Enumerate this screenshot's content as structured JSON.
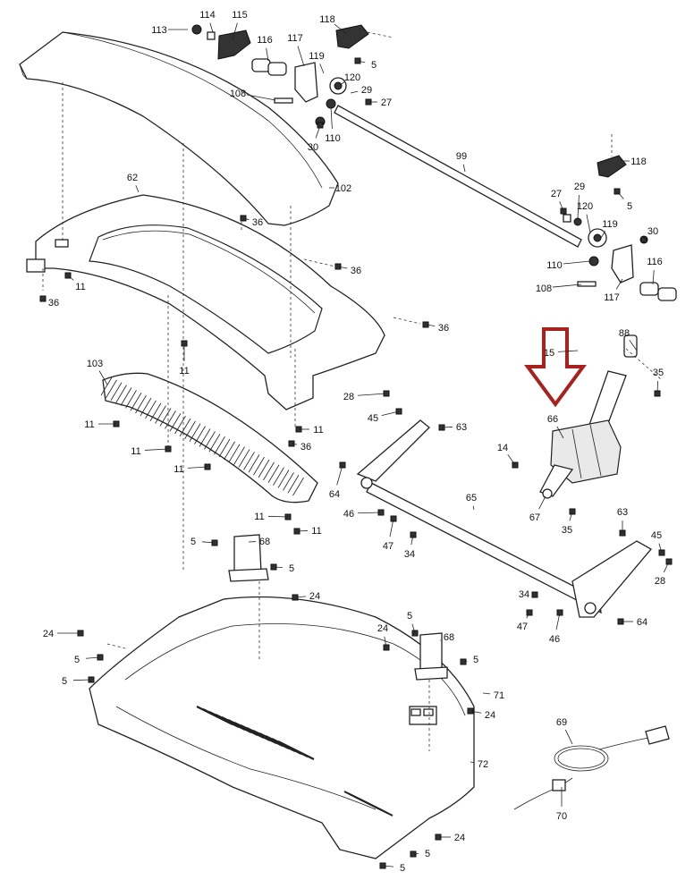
{
  "callouts": [
    {
      "id": "c113",
      "text": "113"
    },
    {
      "id": "c114",
      "text": "114"
    },
    {
      "id": "c115",
      "text": "115"
    },
    {
      "id": "c116a",
      "text": "116"
    },
    {
      "id": "c117a",
      "text": "117"
    },
    {
      "id": "c118a",
      "text": "118"
    },
    {
      "id": "c119a",
      "text": "119"
    },
    {
      "id": "c5a",
      "text": "5"
    },
    {
      "id": "c120a",
      "text": "120"
    },
    {
      "id": "c108a",
      "text": "108"
    },
    {
      "id": "c29a",
      "text": "29"
    },
    {
      "id": "c27a",
      "text": "27"
    },
    {
      "id": "c30a",
      "text": "30"
    },
    {
      "id": "c110a",
      "text": "110"
    },
    {
      "id": "c99",
      "text": "99"
    },
    {
      "id": "c102",
      "text": "102"
    },
    {
      "id": "c62",
      "text": "62"
    },
    {
      "id": "c36a",
      "text": "36"
    },
    {
      "id": "c36b",
      "text": "36"
    },
    {
      "id": "c11a",
      "text": "11"
    },
    {
      "id": "c36c",
      "text": "36"
    },
    {
      "id": "c36d",
      "text": "36"
    },
    {
      "id": "c118b",
      "text": "118"
    },
    {
      "id": "c27b",
      "text": "27"
    },
    {
      "id": "c29b",
      "text": "29"
    },
    {
      "id": "c5b",
      "text": "5"
    },
    {
      "id": "c120b",
      "text": "120"
    },
    {
      "id": "c119b",
      "text": "119"
    },
    {
      "id": "c30b",
      "text": "30"
    },
    {
      "id": "c110b",
      "text": "110"
    },
    {
      "id": "c116b",
      "text": "116"
    },
    {
      "id": "c108b",
      "text": "108"
    },
    {
      "id": "c117b",
      "text": "117"
    },
    {
      "id": "c103",
      "text": "103"
    },
    {
      "id": "c11b",
      "text": "11"
    },
    {
      "id": "c11c",
      "text": "11"
    },
    {
      "id": "c11d",
      "text": "11"
    },
    {
      "id": "c11e",
      "text": "11"
    },
    {
      "id": "c11f",
      "text": "11"
    },
    {
      "id": "c36e",
      "text": "36"
    },
    {
      "id": "c28a",
      "text": "28"
    },
    {
      "id": "c45a",
      "text": "45"
    },
    {
      "id": "c63a",
      "text": "63"
    },
    {
      "id": "c15",
      "text": "15"
    },
    {
      "id": "c88",
      "text": "88"
    },
    {
      "id": "c35a",
      "text": "35"
    },
    {
      "id": "c66",
      "text": "66"
    },
    {
      "id": "c14",
      "text": "14"
    },
    {
      "id": "c64a",
      "text": "64"
    },
    {
      "id": "c65",
      "text": "65"
    },
    {
      "id": "c67",
      "text": "67"
    },
    {
      "id": "c35b",
      "text": "35"
    },
    {
      "id": "c46a",
      "text": "46"
    },
    {
      "id": "c47a",
      "text": "47"
    },
    {
      "id": "c34a",
      "text": "34"
    },
    {
      "id": "c11g",
      "text": "11"
    },
    {
      "id": "c11h",
      "text": "11"
    },
    {
      "id": "c63b",
      "text": "63"
    },
    {
      "id": "c45b",
      "text": "45"
    },
    {
      "id": "c28b",
      "text": "28"
    },
    {
      "id": "c5c",
      "text": "5"
    },
    {
      "id": "c68a",
      "text": "68"
    },
    {
      "id": "c5d",
      "text": "5"
    },
    {
      "id": "c34b",
      "text": "34"
    },
    {
      "id": "c47b",
      "text": "47"
    },
    {
      "id": "c46b",
      "text": "46"
    },
    {
      "id": "c64b",
      "text": "64"
    },
    {
      "id": "c24a",
      "text": "24"
    },
    {
      "id": "c24b",
      "text": "24"
    },
    {
      "id": "c5e",
      "text": "5"
    },
    {
      "id": "c5f",
      "text": "5"
    },
    {
      "id": "c24c",
      "text": "24"
    },
    {
      "id": "c5g",
      "text": "5"
    },
    {
      "id": "c68b",
      "text": "68"
    },
    {
      "id": "c5h",
      "text": "5"
    },
    {
      "id": "c71",
      "text": "71"
    },
    {
      "id": "c24d",
      "text": "24"
    },
    {
      "id": "c69",
      "text": "69"
    },
    {
      "id": "c72",
      "text": "72"
    },
    {
      "id": "c70",
      "text": "70"
    },
    {
      "id": "c24e",
      "text": "24"
    },
    {
      "id": "c5i",
      "text": "5"
    },
    {
      "id": "c5j",
      "text": "5"
    }
  ],
  "highlight": {
    "part": "66",
    "color": "#a8211d"
  }
}
